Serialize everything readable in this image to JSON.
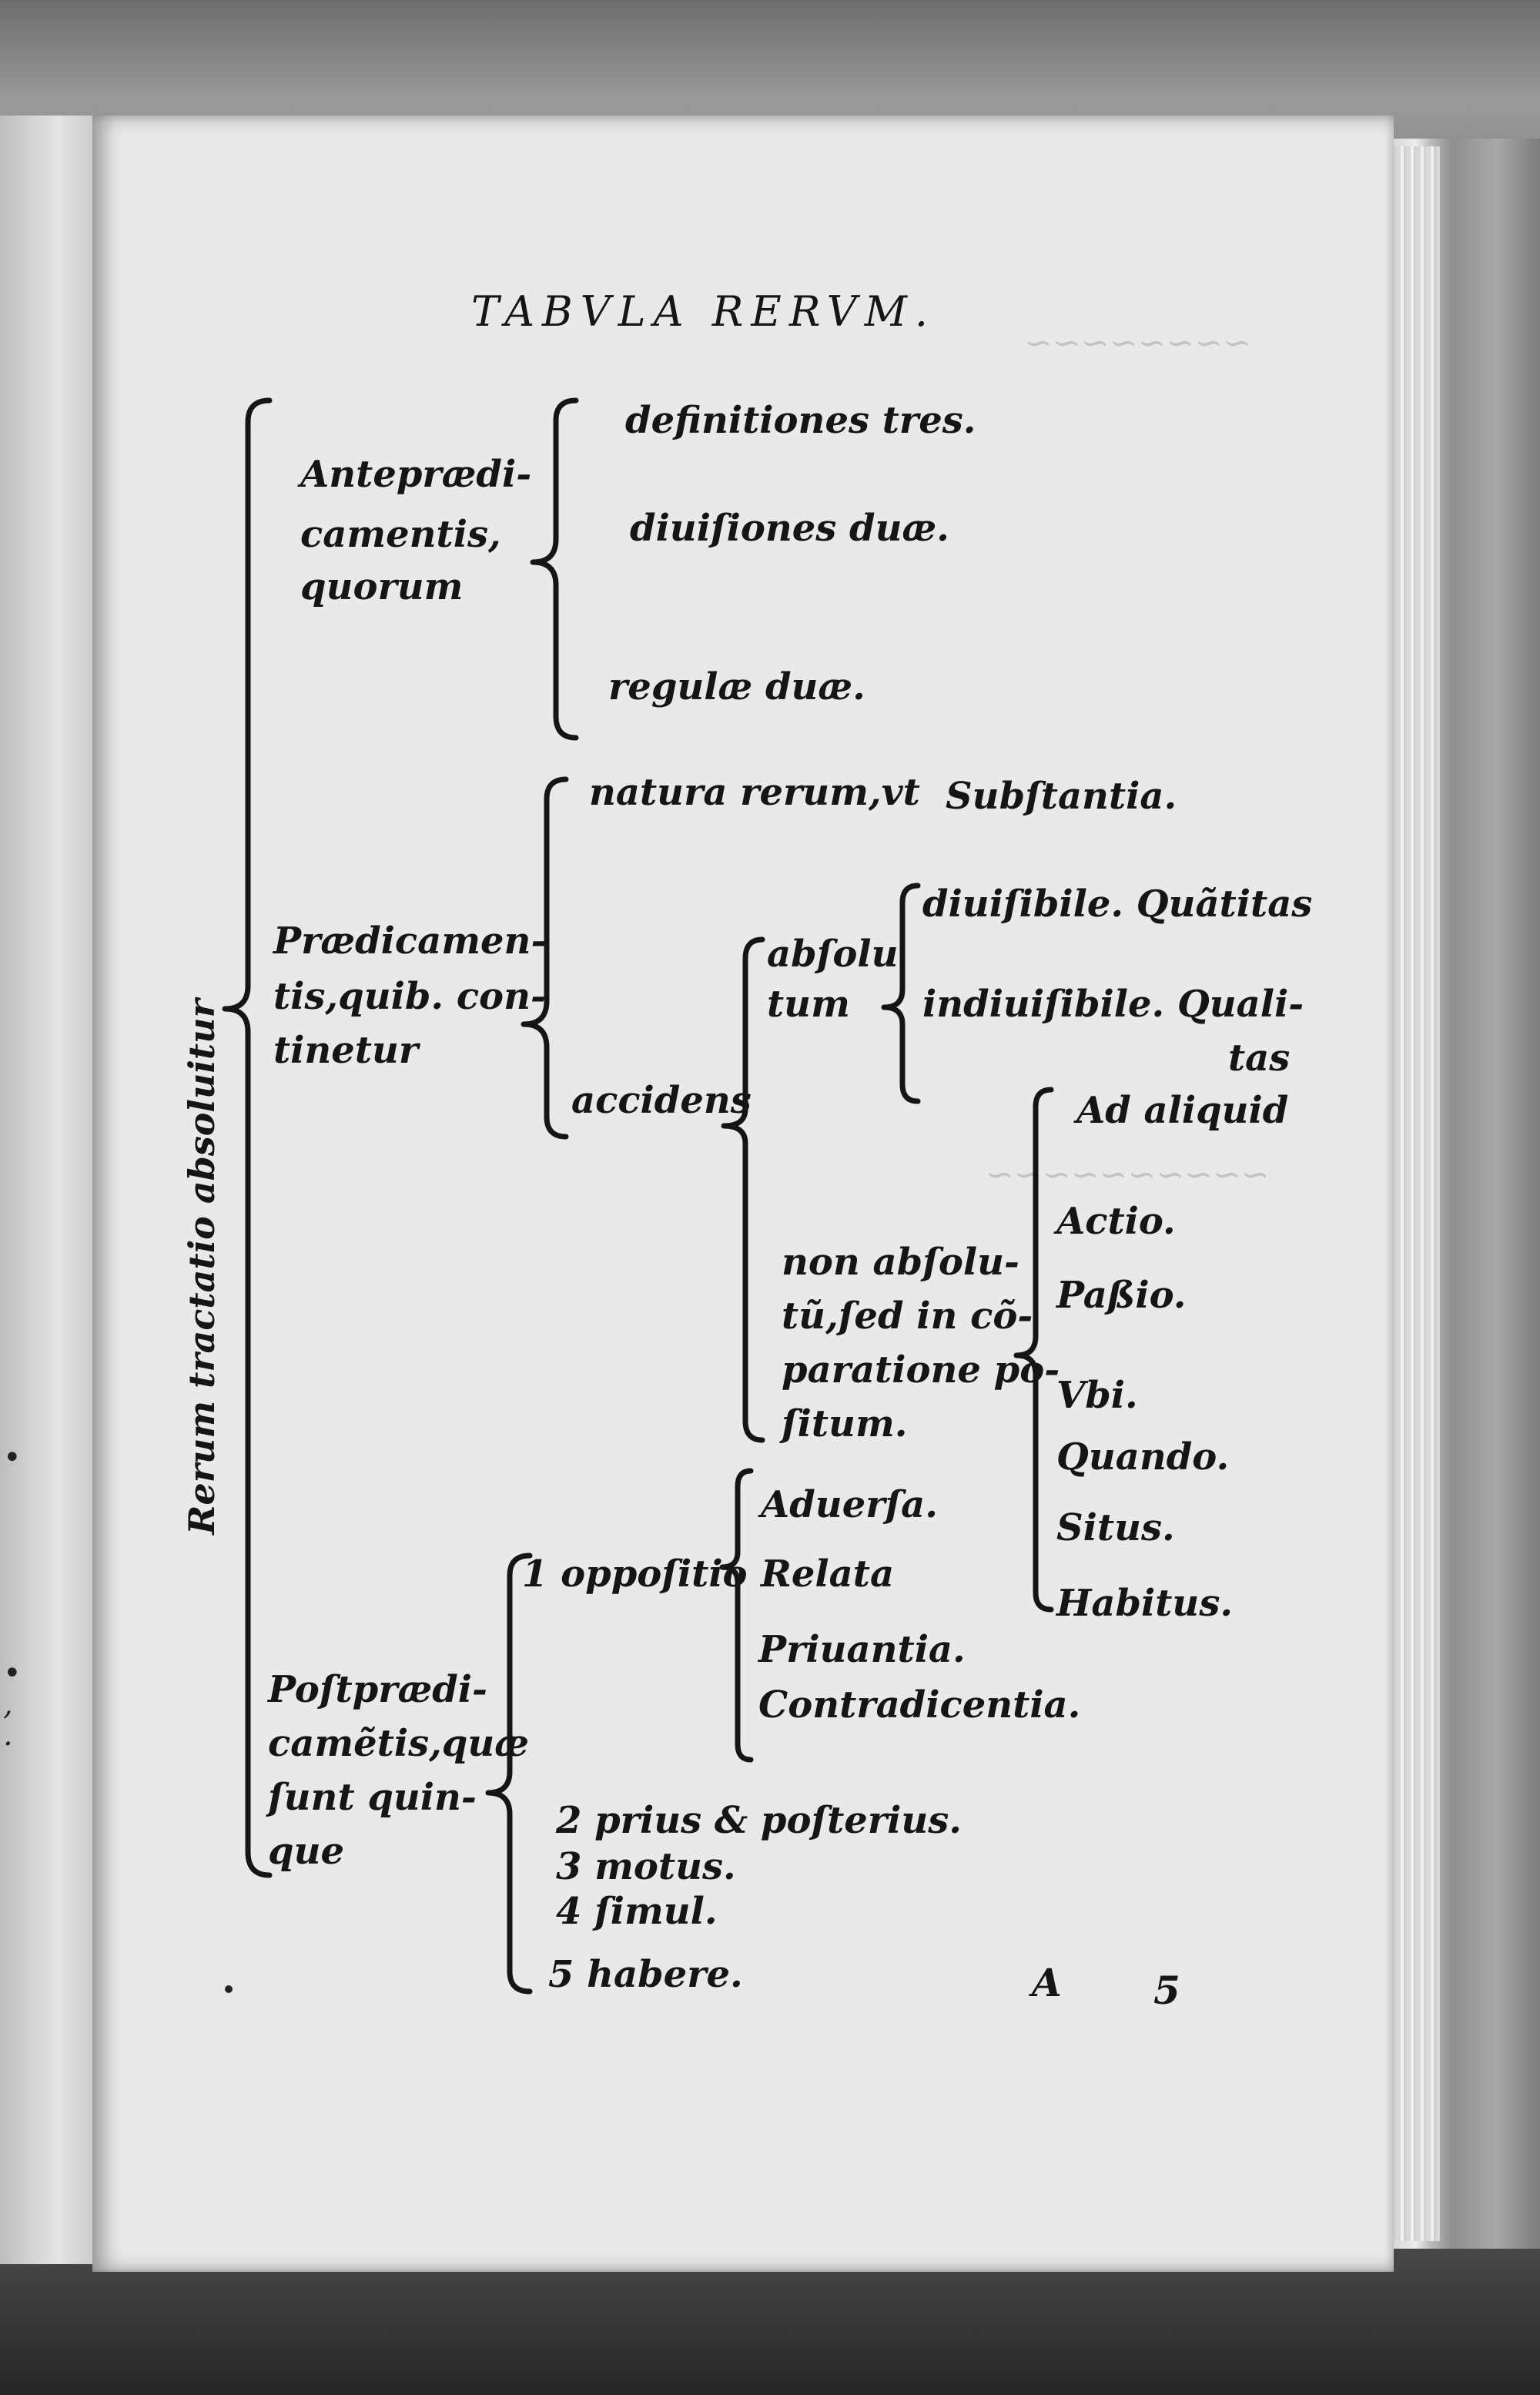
{
  "header": {
    "title": "TABVLA RERVM."
  },
  "side_label": "Rerum tractatio absoluitur",
  "antepraedicamenta": {
    "label_lines": [
      "Anteprædi-",
      "camentis,",
      "quorum"
    ],
    "items": [
      "definitiones tres.",
      "diuiſiones duæ.",
      "regulæ duæ."
    ]
  },
  "praedicamenta": {
    "label_lines": [
      "Prædicamen-",
      "tis,quib. con-",
      "tinetur"
    ],
    "natura": {
      "lead": "natura rerum,vt",
      "result": "Subſtantia."
    },
    "accidens": "accidens",
    "absolutum": {
      "label_lines": [
        "abſolu",
        "tum"
      ],
      "items": [
        "diuiſibile. Quãtitas",
        "indiuiſibile. Quali-",
        "tas"
      ]
    },
    "non_absolutum": {
      "label_lines": [
        "non abſolu-",
        "tũ,ſed in cõ-",
        "paratione po-",
        "ſitum."
      ],
      "items": [
        "Ad aliquid",
        "Actio.",
        "Paßio.",
        "Vbi.",
        "Quando.",
        "Situs.",
        "Habitus."
      ]
    }
  },
  "postpraedicamenta": {
    "label_lines": [
      "Poſtprædi-",
      "camẽtis,quæ",
      "ſunt quin-",
      "que"
    ],
    "oppositio": {
      "label": "1 oppoſitio",
      "items": [
        "Aduerſa.",
        "Relata",
        "Priuantia.",
        "Contradicentia."
      ]
    },
    "others": [
      "2 prius & poſterius.",
      "3 motus.",
      "4 ſimul.",
      "5 habere."
    ]
  },
  "footer": {
    "signature": "A",
    "folio": "5"
  },
  "left_page_marks": [
    "•",
    "•",
    ",",
    "."
  ]
}
